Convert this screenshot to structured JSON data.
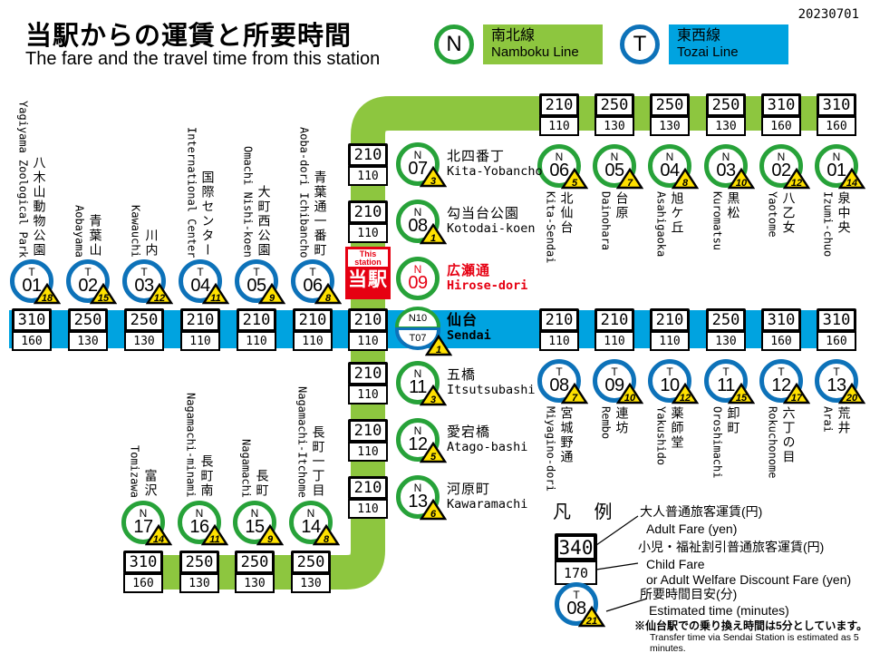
{
  "date": "20230701",
  "header": {
    "title_ja": "当駅からの運賃と所要時間",
    "title_en": "The fare and the travel time from this  station"
  },
  "lines": {
    "namboku": {
      "code": "N",
      "ja": "南北線",
      "en": "Namboku Line",
      "band_color": "#8dc63f",
      "ring_color": "#27a239"
    },
    "tozai": {
      "code": "T",
      "ja": "東西線",
      "en": "Tozai Line",
      "band_color": "#00a3e0",
      "ring_color": "#0d72b9"
    }
  },
  "this_station": {
    "en": "This station",
    "ja": "当駅",
    "station": {
      "line": "N",
      "num": "09",
      "ja": "広瀬通",
      "en": "Hirose-dori"
    }
  },
  "sendai": {
    "code_top": "N10",
    "code_bottom": "T07",
    "ja": "仙台",
    "en": "Sendai",
    "time": "1",
    "adult": "210",
    "child": "110"
  },
  "groups": {
    "tozai_west": [
      {
        "line": "T",
        "num": "01",
        "ja": "八木山動物公園",
        "en": "Yagiyama Zoological Park",
        "time": "18",
        "adult": "310",
        "child": "160"
      },
      {
        "line": "T",
        "num": "02",
        "ja": "青葉山",
        "en": "Aobayama",
        "time": "15",
        "adult": "250",
        "child": "130"
      },
      {
        "line": "T",
        "num": "03",
        "ja": "川内",
        "en": "Kawauchi",
        "time": "12",
        "adult": "250",
        "child": "130"
      },
      {
        "line": "T",
        "num": "04",
        "ja": "国際センター",
        "en": "International Center",
        "time": "11",
        "adult": "210",
        "child": "110"
      },
      {
        "line": "T",
        "num": "05",
        "ja": "大町西公園",
        "en": "Omachi Nishi-koen",
        "time": "9",
        "adult": "210",
        "child": "110"
      },
      {
        "line": "T",
        "num": "06",
        "ja": "青葉通一番町",
        "en": "Aoba-dori Ichibancho",
        "time": "8",
        "adult": "210",
        "child": "110"
      }
    ],
    "namboku_north": [
      {
        "line": "N",
        "num": "06",
        "ja": "北仙台",
        "en": "Kita-Sendai",
        "time": "5",
        "adult": "210",
        "child": "110"
      },
      {
        "line": "N",
        "num": "05",
        "ja": "台原",
        "en": "Dainohara",
        "time": "7",
        "adult": "250",
        "child": "130"
      },
      {
        "line": "N",
        "num": "04",
        "ja": "旭ケ丘",
        "en": "Asahigaoka",
        "time": "8",
        "adult": "250",
        "child": "130"
      },
      {
        "line": "N",
        "num": "03",
        "ja": "黒松",
        "en": "Kuromatsu",
        "time": "10",
        "adult": "250",
        "child": "130"
      },
      {
        "line": "N",
        "num": "02",
        "ja": "八乙女",
        "en": "Yaotome",
        "time": "12",
        "adult": "310",
        "child": "160"
      },
      {
        "line": "N",
        "num": "01",
        "ja": "泉中央",
        "en": "Izumi-chuo",
        "time": "14",
        "adult": "310",
        "child": "160"
      }
    ],
    "namboku_center": [
      {
        "line": "N",
        "num": "07",
        "ja": "北四番丁",
        "en": "Kita-Yobancho",
        "time": "3",
        "adult": "210",
        "child": "110"
      },
      {
        "line": "N",
        "num": "08",
        "ja": "勾当台公園",
        "en": "Kotodai-koen",
        "time": "1",
        "adult": "210",
        "child": "110"
      },
      {
        "line": "N",
        "num": "11",
        "ja": "五橋",
        "en": "Itsutsubashi",
        "time": "3",
        "adult": "210",
        "child": "110"
      },
      {
        "line": "N",
        "num": "12",
        "ja": "愛宕橋",
        "en": "Atago-bashi",
        "time": "5",
        "adult": "210",
        "child": "110"
      },
      {
        "line": "N",
        "num": "13",
        "ja": "河原町",
        "en": "Kawaramachi",
        "time": "6",
        "adult": "210",
        "child": "110"
      }
    ],
    "tozai_east": [
      {
        "line": "T",
        "num": "08",
        "ja": "宮城野通",
        "en": "Miyagino-dori",
        "time": "7",
        "adult": "210",
        "child": "110"
      },
      {
        "line": "T",
        "num": "09",
        "ja": "連坊",
        "en": "Rembo",
        "time": "10",
        "adult": "210",
        "child": "110"
      },
      {
        "line": "T",
        "num": "10",
        "ja": "薬師堂",
        "en": "Yakushido",
        "time": "12",
        "adult": "210",
        "child": "110"
      },
      {
        "line": "T",
        "num": "11",
        "ja": "卸町",
        "en": "Oroshimachi",
        "time": "15",
        "adult": "250",
        "child": "130"
      },
      {
        "line": "T",
        "num": "12",
        "ja": "六丁の目",
        "en": "Rokuchonome",
        "time": "17",
        "adult": "310",
        "child": "160"
      },
      {
        "line": "T",
        "num": "13",
        "ja": "荒井",
        "en": "Arai",
        "time": "20",
        "adult": "310",
        "child": "160"
      }
    ],
    "namboku_south": [
      {
        "line": "N",
        "num": "17",
        "ja": "富沢",
        "en": "Tomizawa",
        "time": "14",
        "adult": "310",
        "child": "160"
      },
      {
        "line": "N",
        "num": "16",
        "ja": "長町南",
        "en": "Nagamachi-minami",
        "time": "11",
        "adult": "250",
        "child": "130"
      },
      {
        "line": "N",
        "num": "15",
        "ja": "長町",
        "en": "Nagamachi",
        "time": "9",
        "adult": "250",
        "child": "130"
      },
      {
        "line": "N",
        "num": "14",
        "ja": "長町一丁目",
        "en": "Nagamachi-Itchome",
        "time": "8",
        "adult": "250",
        "child": "130"
      }
    ]
  },
  "legend": {
    "heading": "凡 例",
    "fare_sample": {
      "adult": "340",
      "child": "170"
    },
    "adult_ja": "大人普通旅客運賃(円)",
    "adult_en": "Adult Fare (yen)",
    "child_ja": "小児・福祉割引普通旅客運賃(円)",
    "child_en1": "Child Fare",
    "child_en2": "or Adult Welfare Discount Fare (yen)",
    "time_ja": "所要時間目安(分)",
    "time_en": "Estimated time (minutes)",
    "time_sample": {
      "line": "T",
      "num": "08",
      "time": "21"
    },
    "note_ja": "※仙台駅での乗り換え時間は5分としています。",
    "note_en": "Transfer time via Sendai Station is estimated as 5 minutes."
  }
}
